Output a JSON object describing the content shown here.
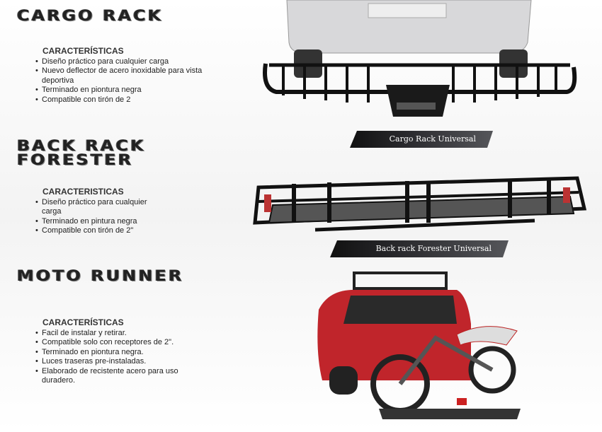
{
  "products": [
    {
      "title": "CARGO RACK",
      "heading": "CARACTERÍSTICAS",
      "features": [
        "Diseño práctico para cualquier carga",
        "Nuevo deflector de acero inoxidable para vista deportiva",
        "Terminado en piontura negra",
        "Compatible con tirón de 2"
      ],
      "caption": "Cargo Rack Universal"
    },
    {
      "title_line1": "BACK RACK",
      "title_line2": "FORESTER",
      "heading": "CARACTERISTICAS",
      "features": [
        "Diseño práctico para cualquier carga",
        "Terminado en pintura negra",
        "Compatible con tirón de 2\""
      ],
      "caption": "Back rack Forester Universal"
    },
    {
      "title": "MOTO RUNNER",
      "heading": "CARACTERÍSTICAS",
      "features": [
        "Facil de instalar y retirar.",
        "Compatible solo con receptores de 2\".",
        "Terminado en piontura negra.",
        "Luces traseras pre-instaladas.",
        "Elaborado de recistente acero para uso duradero."
      ]
    }
  ]
}
